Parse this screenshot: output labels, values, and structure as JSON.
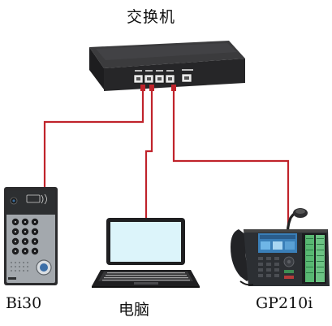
{
  "title": "交换机",
  "devices": {
    "door_station": {
      "label": "Bi30"
    },
    "computer": {
      "label": "电脑"
    },
    "phone": {
      "label": "GP210i"
    }
  },
  "colors": {
    "cable": "#c0232b",
    "switch_body": "#2a2a2a",
    "switch_top": "#3c3c3c",
    "port": "#e8e8e8",
    "door_panel": "#9ea3a8",
    "laptop_screen": "#dff6fb",
    "phone_body": "#2c2f33"
  }
}
